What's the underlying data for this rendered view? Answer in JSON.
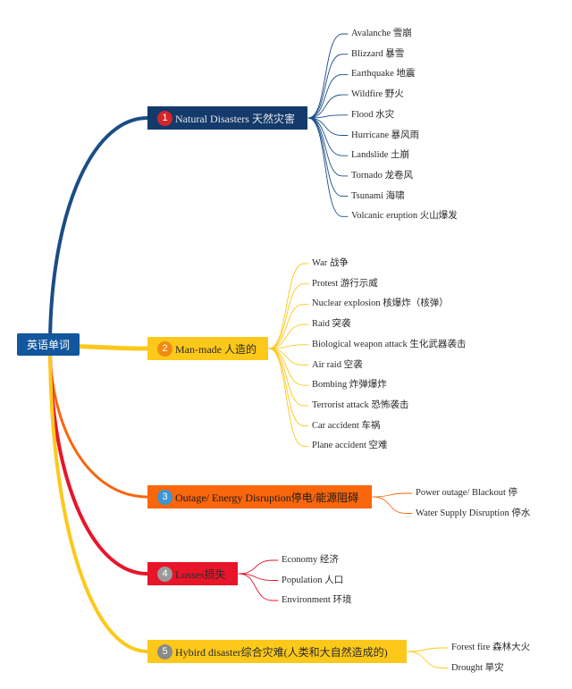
{
  "root": {
    "label": "英语单词"
  },
  "colors": {
    "root": "#12579e",
    "natural": "#133a6b",
    "manmade": "#fcc81a",
    "outage": "#f9660c",
    "losses": "#e8152a",
    "hybrid": "#fcc81a"
  },
  "branches": [
    {
      "number": "1",
      "label": "Natural Disasters 天然灾害",
      "badge_color": "#d2262a",
      "line_color": "#1a4d86",
      "leaves": [
        "Avalanche 雪崩",
        "Blizzard 暴雪",
        "Earthquake 地震",
        "Wildfire 野火",
        "Flood 水灾",
        "Hurricane 暴风雨",
        "Landslide 土崩",
        "Tornado 龙卷风",
        "Tsunami 海啸",
        "Volcanic eruption 火山爆发"
      ]
    },
    {
      "number": "2",
      "label": "Man-made 人造的",
      "badge_color": "#f28a12",
      "line_color": "#fcc81a",
      "leaves": [
        "War 战争",
        "Protest 游行示威",
        "Nuclear explosion 核爆炸（核弹）",
        "Raid 突袭",
        "Biological weapon attack 生化武器袭击",
        "Air raid 空袭",
        "Bombing 炸弹爆炸",
        "Terrorist attack 恐怖袭击",
        "Car accident 车祸",
        "Plane accident 空难"
      ]
    },
    {
      "number": "3",
      "label": "Outage/ Energy Disruption停电/能源阻碍",
      "badge_color": "#3a95d2",
      "line_color": "#f9660c",
      "leaves": [
        "Power outage/ Blackout 停",
        "Water Supply Disruption 停水"
      ]
    },
    {
      "number": "4",
      "label": "Losses损失",
      "badge_color": "#9a9a9a",
      "line_color": "#e8152a",
      "leaves": [
        "Economy 经济",
        "Population 人口",
        "Environment 环境"
      ]
    },
    {
      "number": "5",
      "label": "Hybird disaster综合灾难(人类和大自然造成的)",
      "badge_color": "#8a8a8a",
      "line_color": "#fcc81a",
      "leaves": [
        "Forest fire 森林大火",
        "Drought 旱灾"
      ]
    }
  ]
}
